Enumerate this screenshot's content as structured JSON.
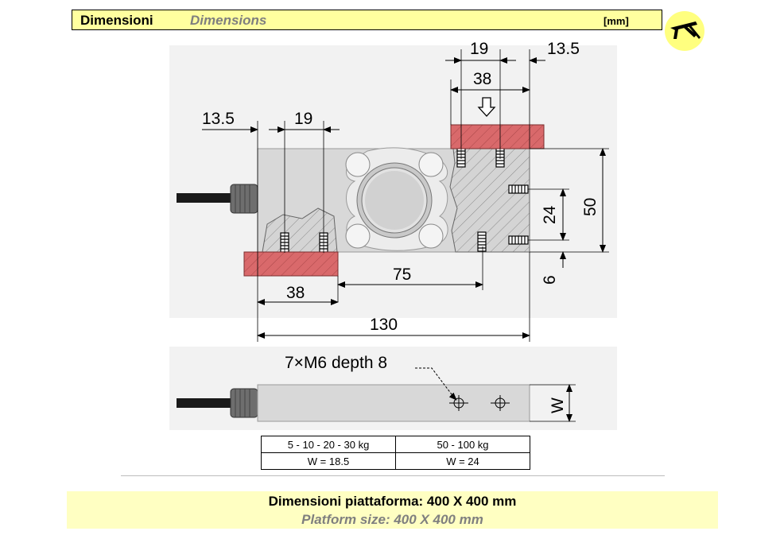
{
  "header": {
    "title_it": "Dimensioni",
    "title_en": "Dimensions",
    "unit": "[mm]",
    "icon": "caliper-icon"
  },
  "drawing": {
    "top_view": {
      "dim_right_hole_spacing": "19",
      "dim_right_offset": "13.5",
      "dim_right_platform": "38",
      "dim_left_offset": "13.5",
      "dim_left_hole_spacing": "19",
      "dim_side_hole_spacing": "24",
      "dim_height": "50",
      "dim_bottom_offset": "6",
      "dim_left_platform": "38",
      "dim_center_distance": "75",
      "dim_total_length": "130"
    },
    "side_view": {
      "thread_note": "7×M6 depth 8",
      "width_symbol": "W"
    }
  },
  "weight_table": {
    "headers": [
      "5 - 10 - 20 - 30 kg",
      "50 - 100 kg"
    ],
    "values": [
      "W = 18.5",
      "W = 24"
    ]
  },
  "platform": {
    "label_it": "Dimensioni piattaforma: 400 X 400 mm",
    "label_en": "Platform size: 400 X 400 mm"
  },
  "colors": {
    "header_bg": "#ffff9f",
    "band_bg": "#ffffc2",
    "platform_red": "#d9696b",
    "body_grey": "#d8d8d8",
    "caliper_circle": "#ffff7f"
  }
}
